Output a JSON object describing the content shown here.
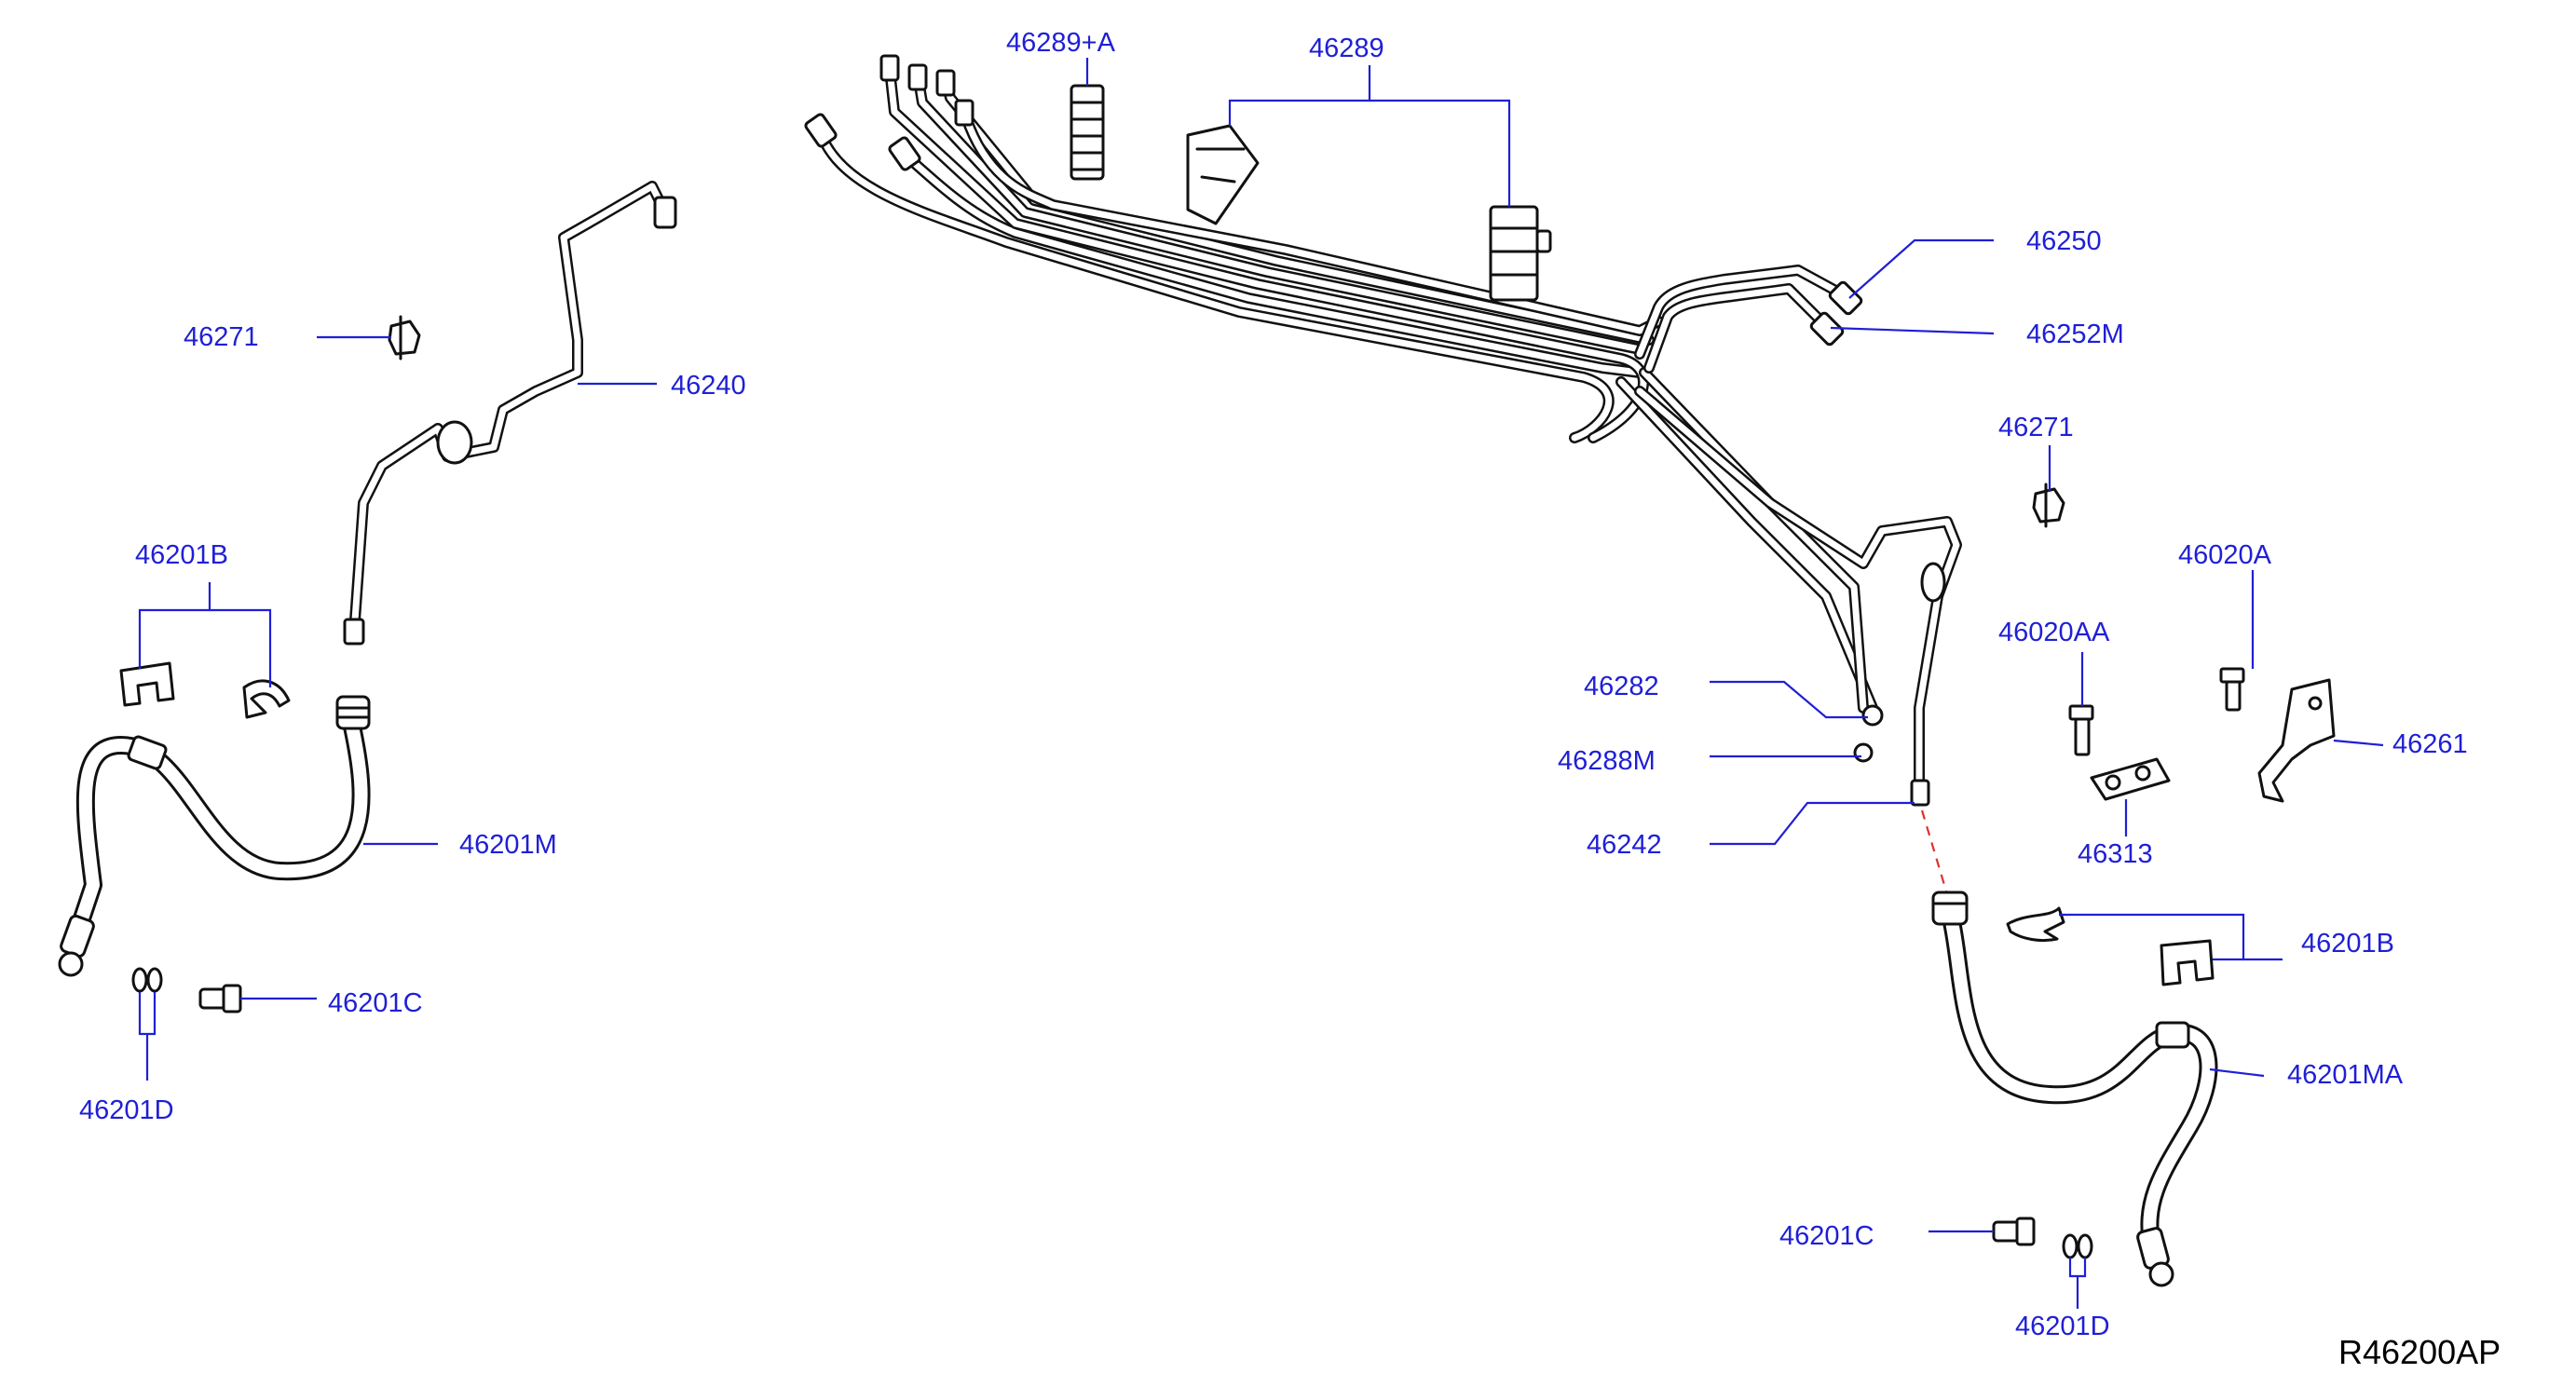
{
  "diagram": {
    "reference_code": "R46200AP",
    "labels": {
      "p46289a": "46289+A",
      "p46289": "46289",
      "p46250": "46250",
      "p46252m": "46252M",
      "p46271_left": "46271",
      "p46240": "46240",
      "p46271_right": "46271",
      "p46201b_left": "46201B",
      "p46020a": "46020A",
      "p46020aa": "46020AA",
      "p46282": "46282",
      "p46261": "46261",
      "p46288m": "46288M",
      "p46201m": "46201M",
      "p46242": "46242",
      "p46313": "46313",
      "p46201b_right": "46201B",
      "p46201c_left": "46201C",
      "p46201d_left": "46201D",
      "p46201ma": "46201MA",
      "p46201c_right": "46201C",
      "p46201d_right": "46201D"
    }
  }
}
